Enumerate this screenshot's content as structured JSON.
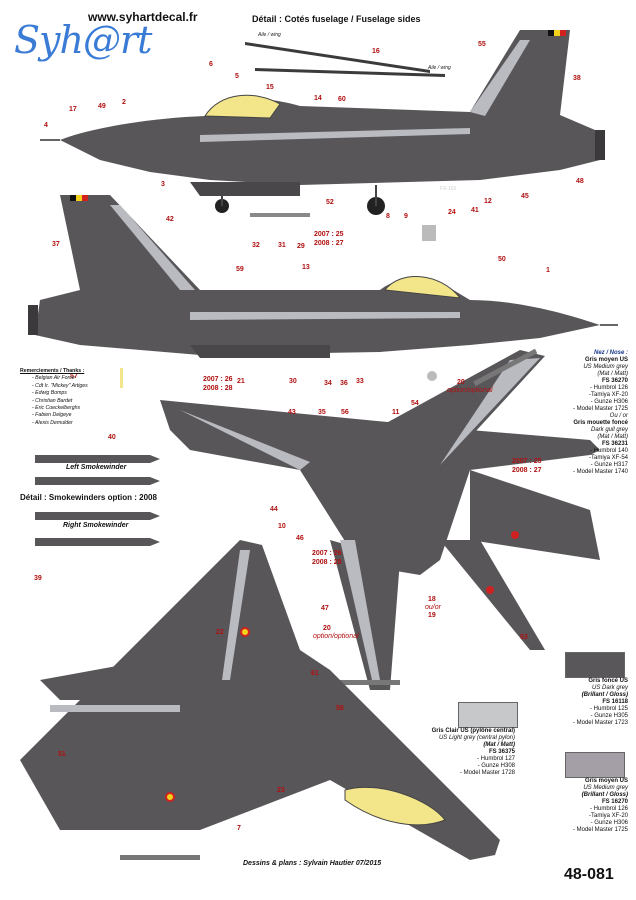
{
  "header": {
    "website": "www.syhartdecal.fr",
    "logo_text": "Syh@rt",
    "detail_fuselage_title": "Détail : Cotés fuselage / Fuselage sides",
    "wing_label_1": "Aile / wing",
    "wing_label_2": "Aile / wing"
  },
  "top_view_dates": {
    "a": "2007 : 25",
    "b": "2008 : 27"
  },
  "bottom_view_dates": {
    "a": "2007 : 26",
    "b": "2008 : 28"
  },
  "plan_dates_1": {
    "a": "2007 : 25",
    "b": "2008 : 27"
  },
  "plan_dates_2": {
    "a": "2007 : 26",
    "b": "2008 : 28"
  },
  "tail_code": "FX-101",
  "options": {
    "option_20a": "20",
    "option_label_a": "option/optional",
    "option_20b": "20",
    "option_label_b": "option/optional",
    "option_18": "18",
    "option_or": "ou/or",
    "option_19": "19"
  },
  "thanks": {
    "title": "Remerciements / Thanks :",
    "names": [
      "- Belgian Air Force",
      "- Cdt Ir. \"Mickey\" Artiges",
      "- Edwig Bomps",
      "- Christian Bardet",
      "- Eric Coeckelberghs",
      "- Fabien Delgeye",
      "- Alexis Demulder"
    ]
  },
  "smokewinders": {
    "left": "Left Smokewinder",
    "detail": "Détail : Smokewinders option : 2008",
    "right": "Right Smokewinder"
  },
  "nose": {
    "title": "Nez / Nose :",
    "lines1": [
      "Gris moyen US",
      "US Medium grey",
      "(Mat / Matt)",
      "FS 36270",
      "- Humbrol 126",
      "-Tamiya XF-20",
      "- Gunze H306",
      "- Model Master 1725"
    ],
    "or": "Ou / or",
    "lines2": [
      "Gris mouette foncé",
      "Dark gull grey",
      "(Mat / Matt)",
      "FS 36231",
      "- Humbrol 140",
      "-Tamiya XF-54",
      "- Gunze H317",
      "- Model Master 1740"
    ]
  },
  "paints": {
    "dark": {
      "lines": [
        "Gris foncé US",
        "US Dark grey",
        "(Brillant / Gloss)",
        "FS 16118",
        "- Humbrol 125",
        "- Gunze H305",
        "- Model Master 1723"
      ],
      "color": "#5a575a"
    },
    "light": {
      "lines": [
        "Gris Clair US (pylône central)",
        "US Light grey (central pylon)",
        "(Mat / Matt)",
        "FS 36375",
        "- Humbrol 127",
        "- Gunze H308",
        "- Model Master 1728"
      ],
      "color": "#c6c8ca"
    },
    "medium": {
      "lines": [
        "Gris moyen US",
        "US Medium grey",
        "(Brillant / Gloss)",
        "FS 16270",
        "- Humbrol 126",
        "-Tamiya XF-20",
        "- Gunze H306",
        "- Model Master 1725"
      ],
      "color": "#a49ea6"
    }
  },
  "footer": {
    "credit": "Dessins & plans : Sylvain Hautier 07/2015",
    "ref": "48-081"
  },
  "callouts": [
    "55",
    "38",
    "6",
    "5",
    "15",
    "16",
    "14",
    "60",
    "17",
    "49",
    "2",
    "4",
    "3",
    "24",
    "41",
    "12",
    "45",
    "48",
    "50",
    "9",
    "8",
    "52",
    "1",
    "32",
    "31",
    "29",
    "42",
    "37",
    "59",
    "13",
    "57",
    "21",
    "30",
    "33",
    "34",
    "36",
    "35",
    "43",
    "56",
    "11",
    "54",
    "44",
    "10",
    "46",
    "47",
    "53",
    "22",
    "40",
    "39",
    "61",
    "7",
    "23",
    "58",
    "51"
  ],
  "colors": {
    "dark_grey": "#59565a",
    "light_grey": "#b9bbc0",
    "yellow": "#f2e58a",
    "red": "#c01010"
  }
}
